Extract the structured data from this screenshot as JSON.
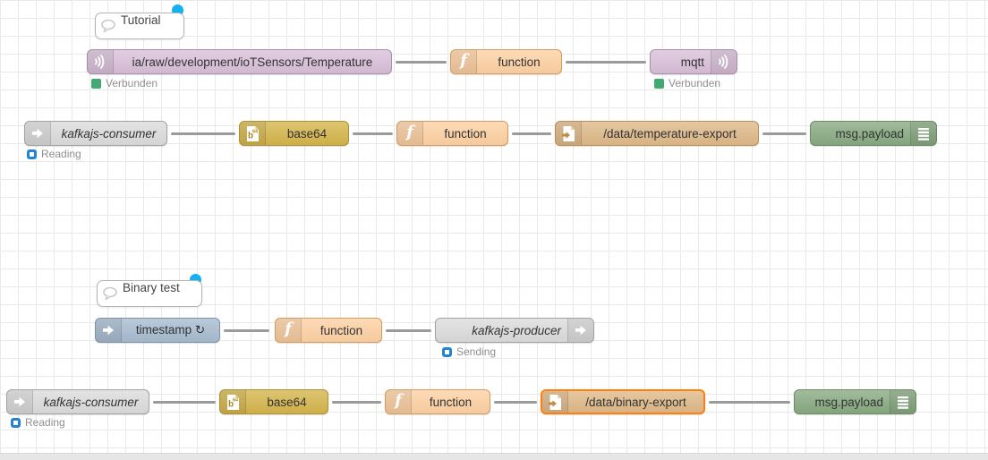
{
  "colors": {
    "node_mqtt": "#d8bfd8",
    "node_function": "#fdd0a2",
    "node_inject": "#a6bbcf",
    "node_debug": "#87a980",
    "node_file": "#deb887",
    "node_base64": "#d4b44a",
    "node_kafka": "#dbdbdb",
    "selected_border": "#ff7f0e",
    "status_connected_green": "#44a874",
    "status_activity_blue": "#2383d2",
    "changed_indicator_blue": "#14b1f0",
    "wire_gray": "#9b9b9b"
  },
  "comments": {
    "tutorial": {
      "label": "Tutorial"
    },
    "binary_test": {
      "label": "Binary test"
    }
  },
  "flow1": {
    "mqtt_in": {
      "label": "ia/raw/development/ioTSensors/Temperature",
      "status": "Verbunden"
    },
    "function": {
      "label": "function"
    },
    "mqtt_out": {
      "label": "mqtt",
      "status": "Verbunden"
    }
  },
  "flow2": {
    "consumer": {
      "label": "kafkajs-consumer",
      "status": "Reading"
    },
    "base64": {
      "label": "base64"
    },
    "function": {
      "label": "function"
    },
    "file": {
      "label": "/data/temperature-export"
    },
    "debug": {
      "label": "msg.payload"
    }
  },
  "flow3": {
    "inject": {
      "label": "timestamp ↻"
    },
    "function": {
      "label": "function"
    },
    "producer": {
      "label": "kafkajs-producer",
      "status": "Sending"
    }
  },
  "flow4": {
    "consumer": {
      "label": "kafkajs-consumer",
      "status": "Reading"
    },
    "base64": {
      "label": "base64"
    },
    "function": {
      "label": "function"
    },
    "file": {
      "label": "/data/binary-export"
    },
    "debug": {
      "label": "msg.payload"
    }
  }
}
